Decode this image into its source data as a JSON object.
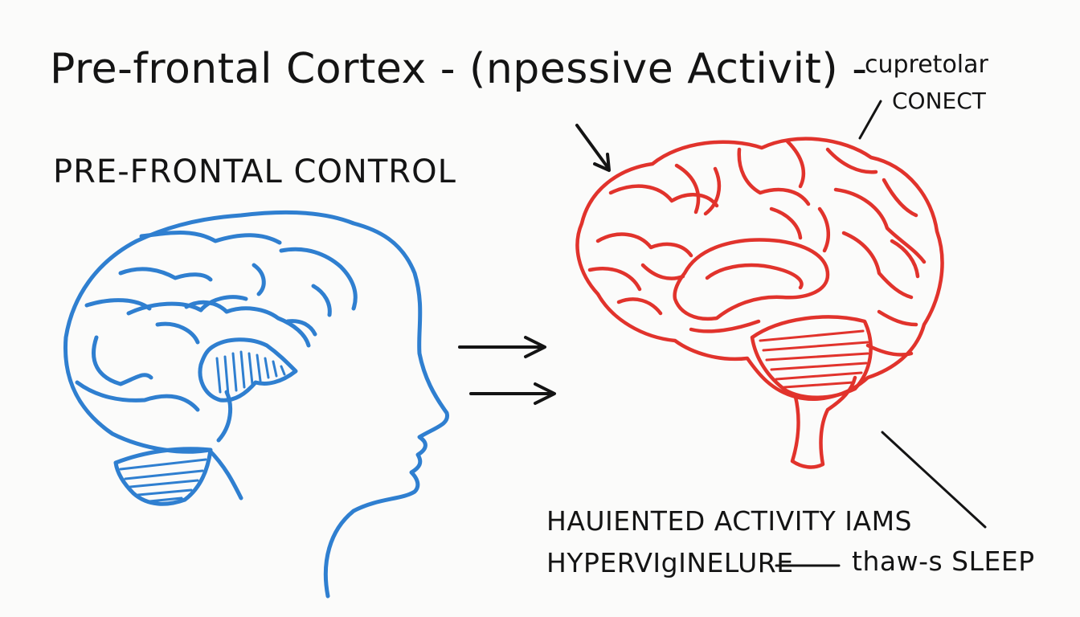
{
  "title": "Pre-frontal Cortex - (npessive Activit) - ",
  "annotations": {
    "corner_line1": "cupretolar",
    "corner_line2": "CONECT",
    "left_heading": "PRE-FRONTAL CONTROL",
    "bottom_line1": "HAUIENTED ACTIVITY IAMS",
    "bottom_line2": "HYPERVIgINELURE",
    "bottom_line3": "thaw-s SLEEP"
  },
  "colors": {
    "ink": "#141414",
    "left_brain": "#2f7fd0",
    "right_brain": "#e1332c",
    "paper": "#fbfbfa"
  },
  "icons": {
    "left_figure": "head-profile-brain-icon",
    "right_figure": "brain-icon",
    "connector": "double-arrow-icon"
  }
}
